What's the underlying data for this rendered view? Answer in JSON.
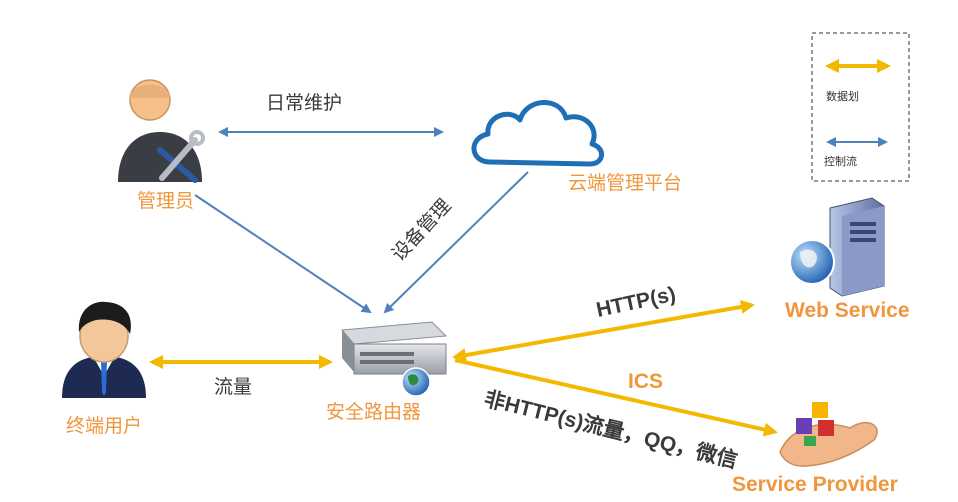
{
  "nodes": {
    "admin": "管理员",
    "cloud": "云端管理平台",
    "router": "安全路由器",
    "end_user": "终端用户",
    "web_service": "Web Service",
    "service_provider": "Service Provider"
  },
  "edges": {
    "daily_maintenance": "日常维护",
    "device_management": "设备管理",
    "traffic": "流量",
    "http": "HTTP(s)",
    "ics": "ICS",
    "non_http": "非HTTP(s)流量，QQ，微信"
  },
  "legend": {
    "data_flow": "数据划",
    "control_flow": "控制流"
  },
  "colors": {
    "data_flow": "#f5b800",
    "control_flow": "#4f81bd",
    "node_label": "#f0963c"
  }
}
